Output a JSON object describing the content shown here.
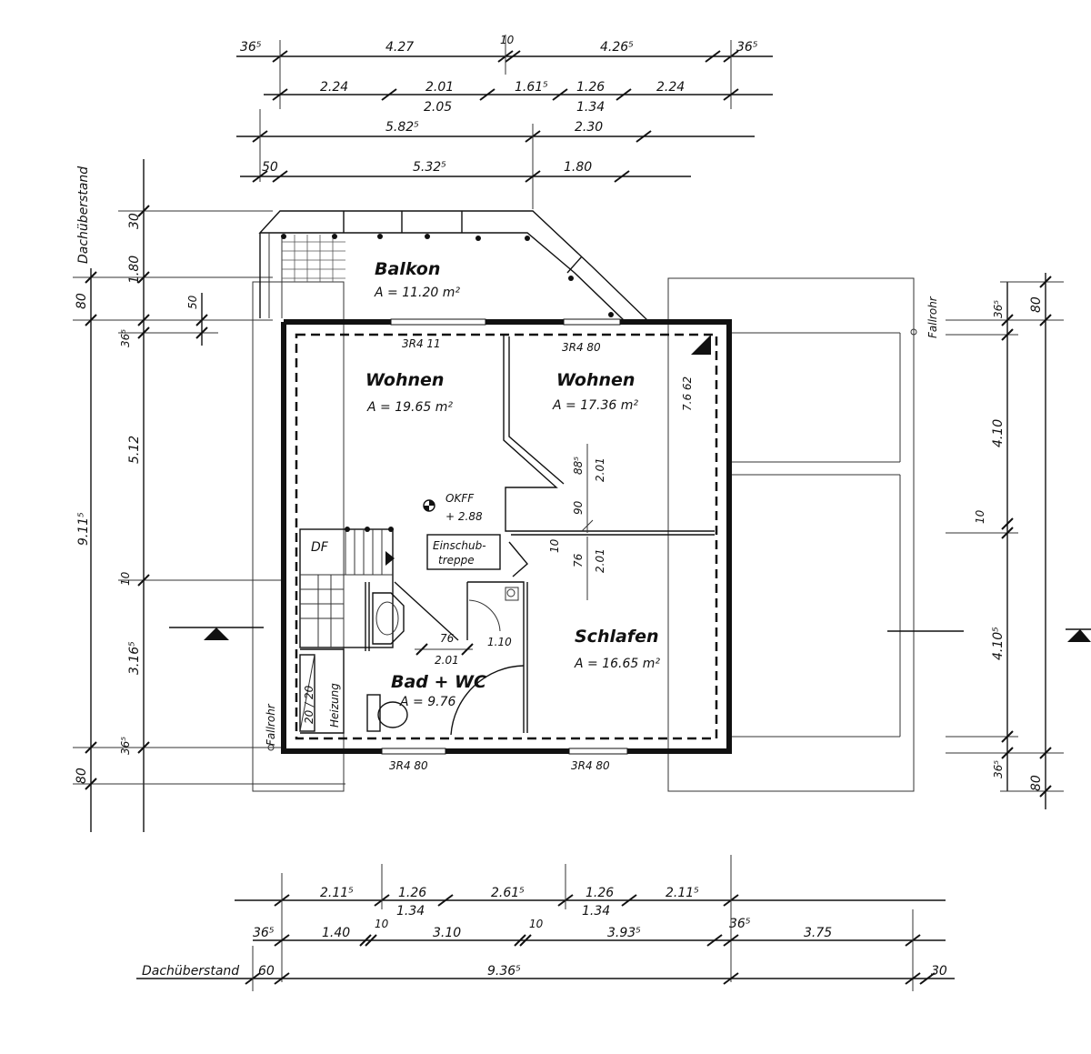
{
  "rooms": {
    "balkon": {
      "name": "Balkon",
      "area": "A = 11.20 m²"
    },
    "wohnen1": {
      "name": "Wohnen",
      "area": "A = 19.65 m²"
    },
    "wohnen2": {
      "name": "Wohnen",
      "area": "A = 17.36 m²"
    },
    "schlafen": {
      "name": "Schlafen",
      "area": "A = 16.65 m²"
    },
    "bad": {
      "name": "Bad + WC",
      "area": "A = 9.76"
    }
  },
  "labels": {
    "okff": "OKFF",
    "okff_val": "+ 2.88",
    "einschub1": "Einschub-",
    "einschub2": "treppe",
    "df": "DF",
    "heizung": "Heizung",
    "fallrohr_left": "Fallrohr",
    "fallrohr_right": "Fallrohr",
    "dachueberstand_top": "Dachüberstand",
    "dachueberstand_bottom": "Dachüberstand",
    "schacht": "20 / 20",
    "win_top1": "3R4 11",
    "win_top2": "3R4 80",
    "win_bot1": "3R4 80",
    "win_bot2": "3R4 80",
    "side_win": "7.6 62"
  },
  "dims_top": {
    "r1": [
      "36⁵",
      "4.27",
      "10",
      "4.26⁵",
      "36⁵"
    ],
    "r2": [
      "2.24",
      "2.01",
      "1.61⁵",
      "1.26",
      "2.24"
    ],
    "r2b": [
      "2.05",
      "1.34"
    ],
    "r3": [
      "5.82⁵",
      "2.30"
    ],
    "r4": [
      "50",
      "5.32⁵",
      "1.80"
    ]
  },
  "dims_bottom": {
    "r1": [
      "2.11⁵",
      "1.26",
      "2.61⁵",
      "1.26",
      "2.11⁵"
    ],
    "r1b": [
      "1.34",
      "1.34"
    ],
    "r2": [
      "36⁵",
      "1.40",
      "10",
      "3.10",
      "10",
      "3.93⁵",
      "36⁵",
      "3.75"
    ],
    "r3": [
      "60",
      "9.36⁵",
      "30"
    ]
  },
  "dims_left": [
    "30",
    "1.80",
    "80",
    "36⁵",
    "50",
    "5.12",
    "9.11⁵",
    "10",
    "3.16⁵",
    "36⁵",
    "80"
  ],
  "dims_right": [
    "36⁵",
    "80",
    "4.10",
    "10",
    "4.10⁵",
    "36⁵",
    "80"
  ],
  "dims_inner": [
    "88⁵",
    "2.01",
    "90",
    "10",
    "76",
    "2.01",
    "76",
    "1.10",
    "2.01"
  ]
}
